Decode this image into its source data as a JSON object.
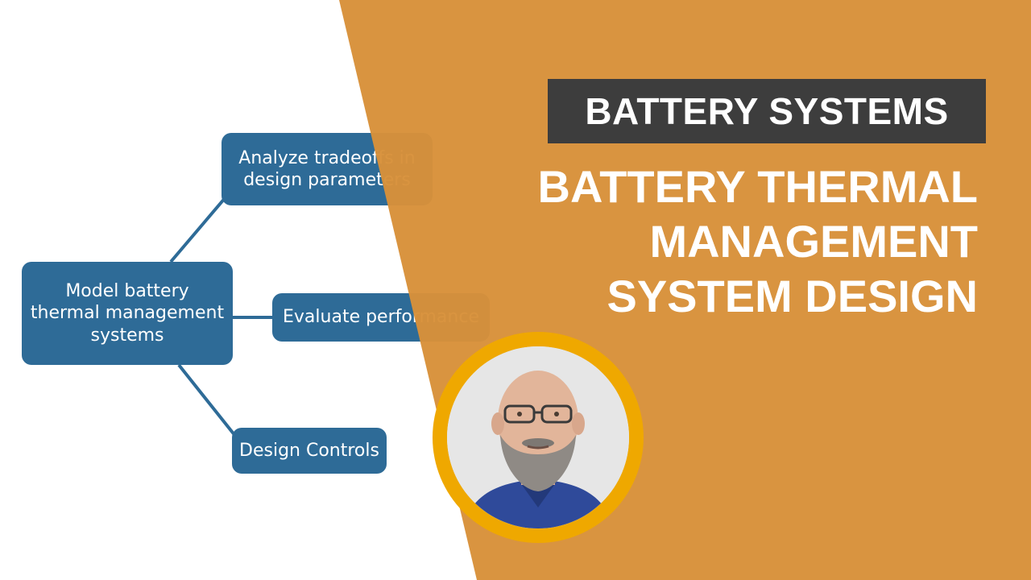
{
  "diagram": {
    "center_node": [
      "Model battery",
      "thermal management",
      "systems"
    ],
    "top_node": [
      "Analyze tradeoffs in",
      "design parameters"
    ],
    "mid_node": [
      "Evaluate performance"
    ],
    "bottom_node": [
      "Design Controls"
    ],
    "node_color": "#2e6b97",
    "connector_color": "#2e6b97"
  },
  "category": "BATTERY SYSTEMS",
  "title_lines": [
    "BATTERY THERMAL",
    "MANAGEMENT",
    "SYSTEM DESIGN"
  ],
  "colors": {
    "accent_orange": "#d8913a",
    "category_bg": "#3d3d3d",
    "avatar_ring": "#efa800"
  },
  "avatar": {
    "icon": "presenter-photo"
  }
}
